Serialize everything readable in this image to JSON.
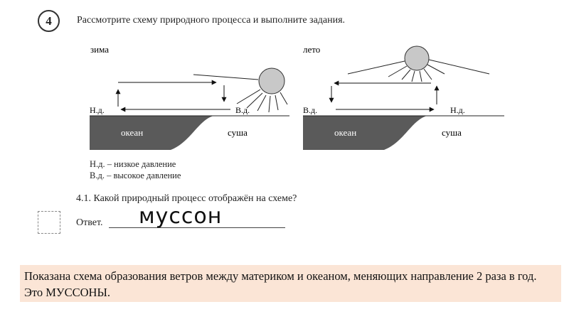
{
  "task": {
    "number": "4",
    "instruction": "Рассмотрите схему природного процесса и выполните задания."
  },
  "diagram": {
    "winter": {
      "season": "зима",
      "low_pressure": "Н.д.",
      "high_pressure": "В.д.",
      "ocean": "океан",
      "land": "суша"
    },
    "summer": {
      "season": "лето",
      "low_pressure": "Н.д.",
      "high_pressure": "В.д.",
      "ocean": "океан",
      "land": "суша"
    }
  },
  "legend": {
    "low": "Н.д. – низкое давление",
    "high": "В.д. – высокое давление"
  },
  "question": {
    "text": "4.1.  Какой природный процесс отображён на схеме?"
  },
  "answer": {
    "label": "Ответ.",
    "value": "муссон"
  },
  "note": {
    "text": "Показана схема образования ветров между материком и океаном, меняющих направление 2 раза в год.  Это МУССОНЫ."
  },
  "colors": {
    "ocean": "#5a5a5a",
    "sun": "#c8c8c8",
    "note_bg": "#fbe5d6"
  }
}
